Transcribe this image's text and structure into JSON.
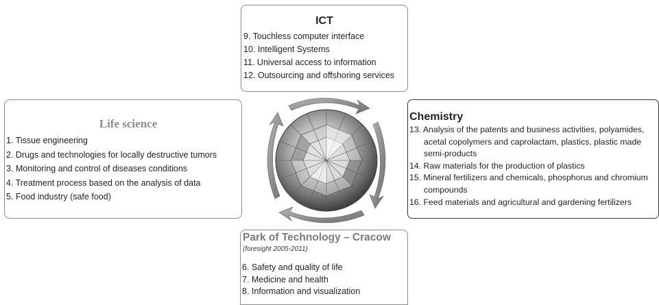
{
  "ict": {
    "title": "ICT",
    "items": [
      "9. Touchless computer interface",
      "10. Intelligent Systems",
      "11. Universal access to information",
      "12. Outsourcing and offshoring services"
    ]
  },
  "life_science": {
    "title": "Life science",
    "items": [
      "1. Tissue engineering",
      "2. Drugs and technologies for locally destructive tumors",
      "3. Monitoring and control of diseases conditions",
      "4. Treatment process based on the analysis of data",
      "5. Food industry (safe food)"
    ]
  },
  "chemistry": {
    "title": "Chemistry",
    "items": [
      "13. Analysis of the patents and business activities, polyamides, acetal copolymers and caprolactam, plastics, plastic made semi-products",
      "14. Raw materials for the production of plastics",
      "15. Mineral fertilizers and chemicals, phosphorus and chromium compounds",
      "16. Feed materials and agricultural and gardening fertilizers"
    ]
  },
  "park": {
    "title": "Park of Technology – Cracow",
    "subtitle": "(foresight 2005-2011)",
    "items": [
      "6. Safety and quality of life",
      "7. Medicine and health",
      "8. Information and visualization"
    ]
  },
  "center_icon": "diamond-gem-icon",
  "colors": {
    "border": "#8a8a8a",
    "chemistry_border": "#333333",
    "life_title": "#8c8c8c",
    "park_title": "#7a7a7a",
    "arrows": "#9a9a9a"
  }
}
